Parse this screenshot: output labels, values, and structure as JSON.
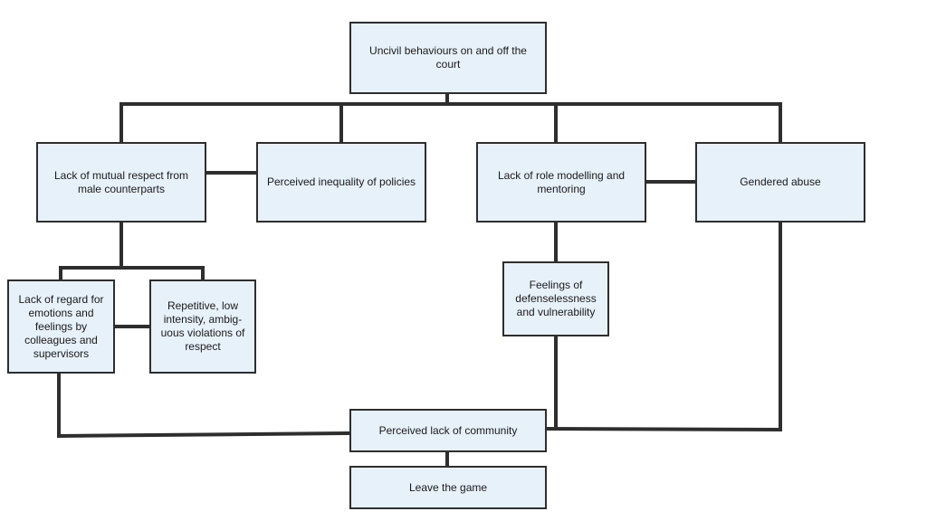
{
  "boxes": {
    "root": "Uncivil behaviours on and off the court",
    "mutual_respect": "Lack of mutual respect from male counterparts",
    "inequality": "Perceived inequality of policies",
    "role_modelling": "Lack of role modelling and mentoring",
    "gendered_abuse": "Gendered abuse",
    "lack_of_regard": "Lack of regard for emotions and feelings by colleagues and supervisors",
    "repetitive": "Repetitive, low intensity, ambig-uous violations of respect",
    "defenselessness": "Feelings of defenselessness and vulnerability",
    "community": "Perceived lack of community",
    "leave": "Leave the game"
  },
  "colors": {
    "box_fill": "#e7f1fa",
    "box_border": "#2e2e2e",
    "connector": "#2e2e2e"
  }
}
